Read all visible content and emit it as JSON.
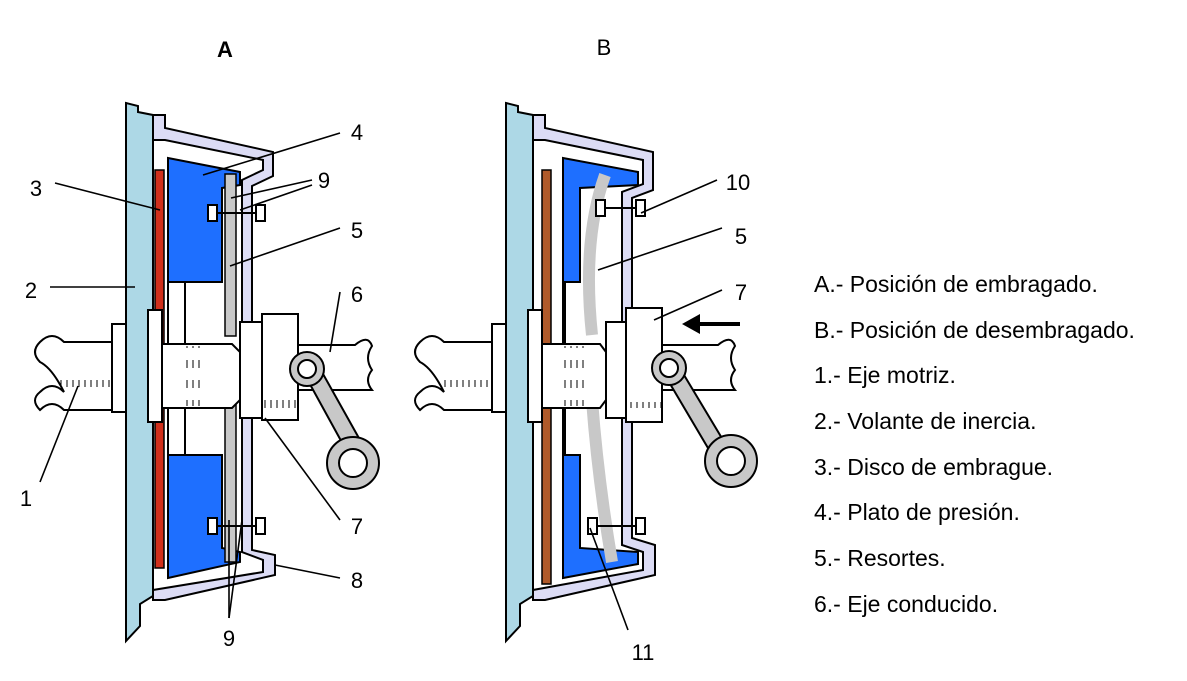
{
  "diagrams": {
    "a": {
      "title": "A"
    },
    "b": {
      "title": "B"
    }
  },
  "callouts": {
    "a": [
      "1",
      "2",
      "3",
      "4",
      "5",
      "6",
      "7",
      "8",
      "9",
      "9"
    ],
    "b": [
      "10",
      "5",
      "7",
      "11"
    ]
  },
  "legend": [
    "A.- Posición de embragado.",
    "B.- Posición de desembragado.",
    "1.- Eje motriz.",
    "2.- Volante de inercia.",
    "3.- Disco de embrague.",
    "4.- Plato de presión.",
    "5.- Resortes.",
    "6.- Eje conducido."
  ],
  "colors": {
    "flywheel": "#add8e6",
    "pressure_plate": "#1e6fff",
    "friction_lining_a": "#d0301c",
    "friction_lining_b": "#b05a2a",
    "cover": "#dcdcf5",
    "springs": "#c8c8c8"
  },
  "icons": [
    "arrow-left-icon"
  ]
}
